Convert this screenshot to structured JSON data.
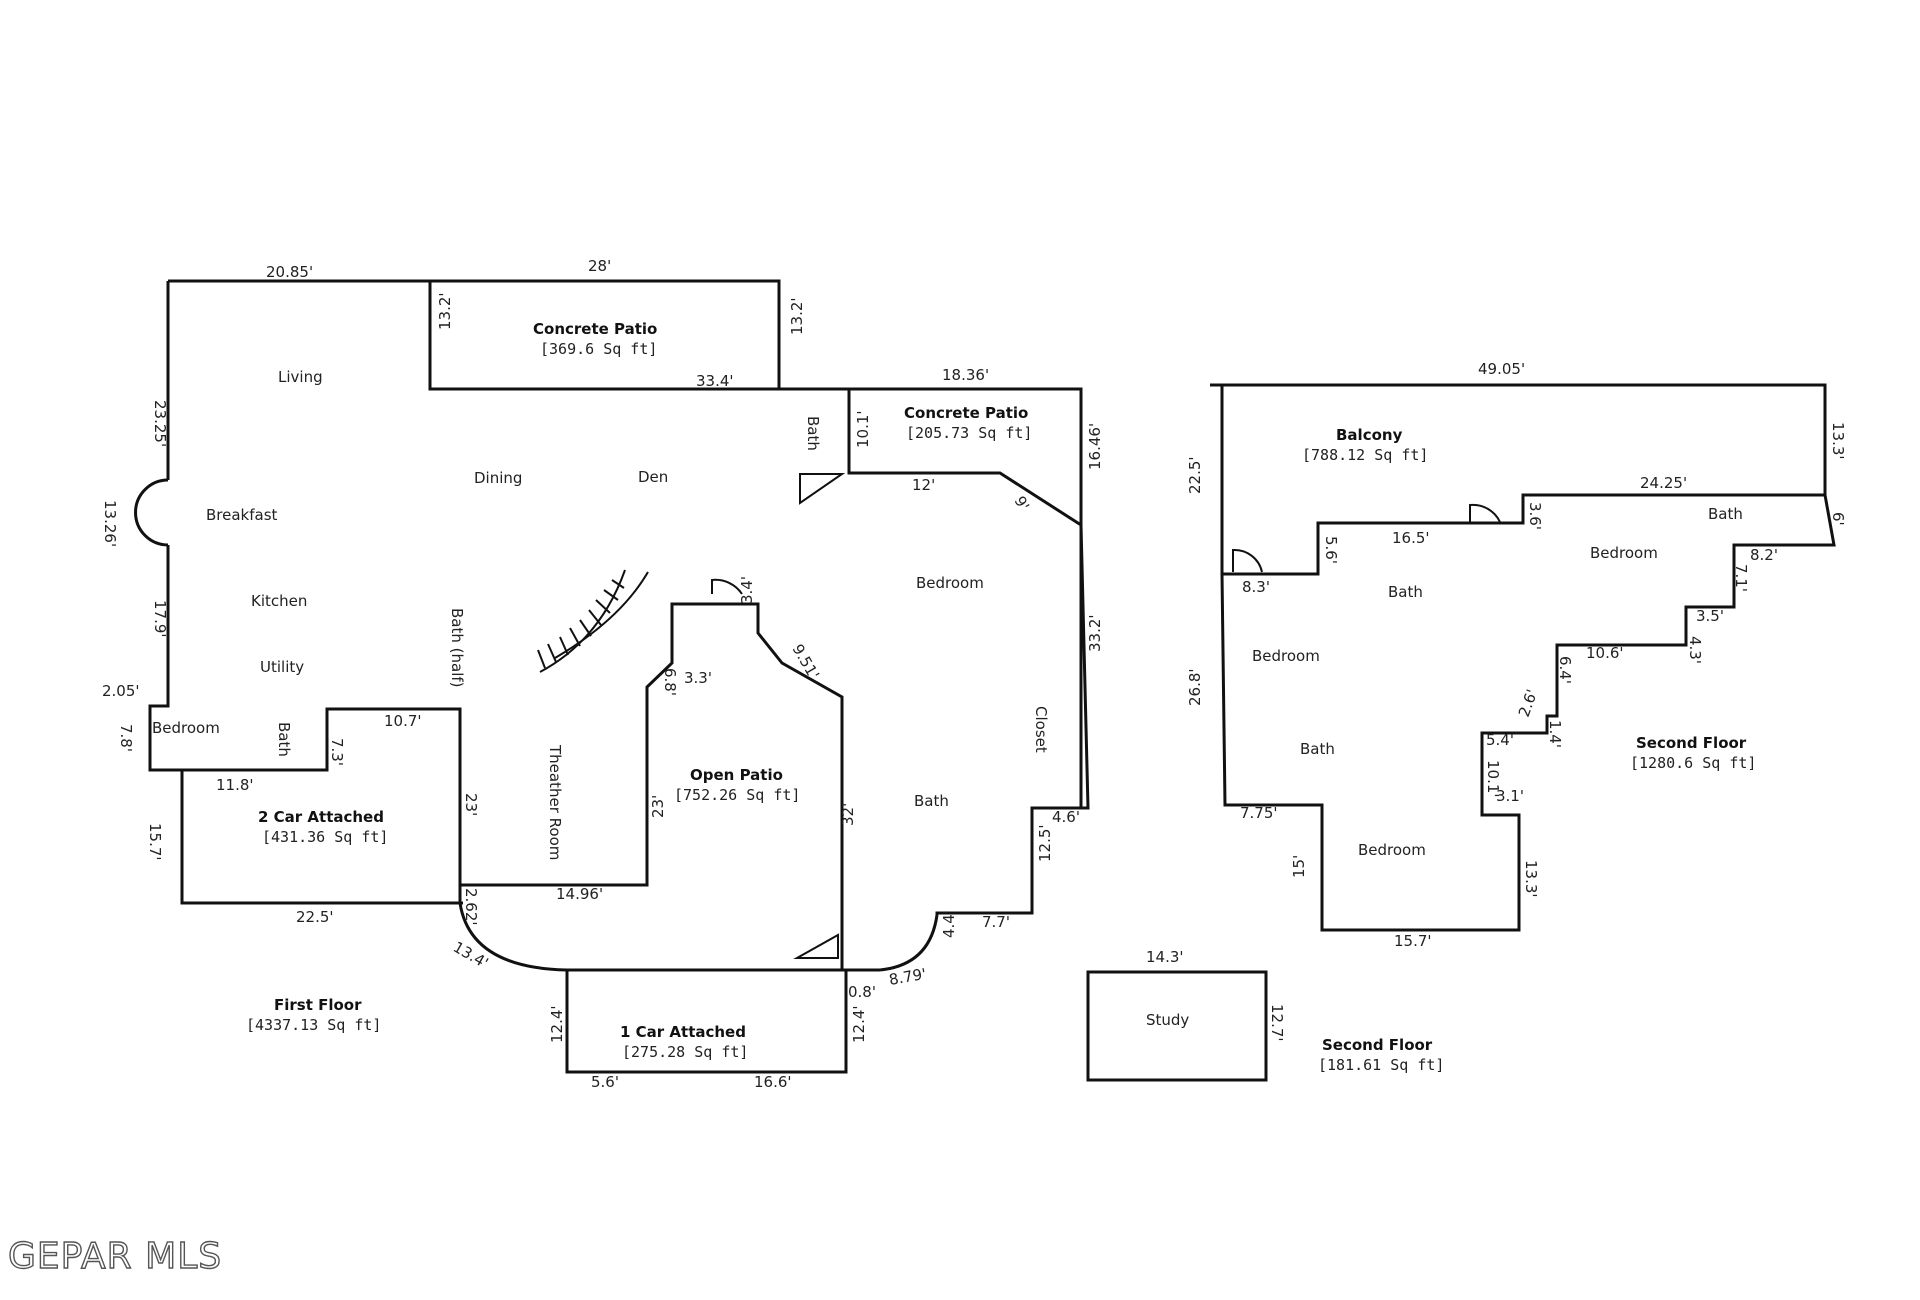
{
  "first_floor": {
    "title": "First Floor",
    "area": "[4337.13 Sq ft]",
    "rooms": {
      "living": "Living",
      "dining": "Dining",
      "den": "Den",
      "breakfast": "Breakfast",
      "kitchen": "Kitchen",
      "utility": "Utility",
      "bedroom_small": "Bedroom",
      "bath_small": "Bath",
      "bath_half": "Bath (half)",
      "theater": "Theather Room",
      "bath_top": "Bath",
      "bedroom_right": "Bedroom",
      "closet": "Closet",
      "bath_right": "Bath"
    },
    "concrete_patio_1": {
      "title": "Concrete Patio",
      "area": "[369.6 Sq ft]"
    },
    "concrete_patio_2": {
      "title": "Concrete Patio",
      "area": "[205.73 Sq ft]"
    },
    "open_patio": {
      "title": "Open Patio",
      "area": "[752.26 Sq ft]"
    },
    "garage_2": {
      "title": "2 Car Attached",
      "area": "[431.36 Sq ft]"
    },
    "garage_1": {
      "title": "1 Car Attached",
      "area": "[275.28 Sq ft]"
    },
    "dims": {
      "d1": "20.85'",
      "d2": "28'",
      "d3": "13.2'",
      "d4": "13.2'",
      "d5": "33.4'",
      "d6": "18.36'",
      "d7": "10.1'",
      "d8": "16.46'",
      "d9": "12'",
      "d10": "9'",
      "d11": "23.25'",
      "d12": "13.26'",
      "d13": "17.9'",
      "d14": "2.05'",
      "d15": "7.8'",
      "d16": "11.8'",
      "d17": "7.3'",
      "d18": "10.7'",
      "d19": "15.7'",
      "d20": "22.5'",
      "d21": "23'",
      "d22": "2.62'",
      "d23": "13.4'",
      "d24": "14.96'",
      "d25": "3.4'",
      "d26": "9.51'",
      "d27": "6.8'",
      "d28": "3.3'",
      "d29": "23'",
      "d30": "32'",
      "d31": "33.2'",
      "d32": "4.6'",
      "d33": "12.5'",
      "d34": "7.7'",
      "d35": "4.4'",
      "d36": "8.79'",
      "d37": "0.8'",
      "d38": "12.4'",
      "d39": "12.4'",
      "d40": "5.6'",
      "d41": "16.6'"
    }
  },
  "second_floor": {
    "title": "Second Floor",
    "area": "[1280.6 Sq ft]",
    "balcony": {
      "title": "Balcony",
      "area": "[788.12 Sq ft]"
    },
    "rooms": {
      "bath_ne": "Bath",
      "bedroom_ne": "Bedroom",
      "bath_mid": "Bath",
      "bedroom_w": "Bedroom",
      "bath_w": "Bath",
      "bedroom_s": "Bedroom"
    },
    "dims": {
      "e1": "49.05'",
      "e2": "13.3'",
      "e3": "22.5'",
      "e4": "24.25'",
      "e5": "6'",
      "e6": "3.6'",
      "e7": "16.5'",
      "e8": "5.6'",
      "e9": "8.3'",
      "e10": "8.2'",
      "e11": "7.1'",
      "e12": "3.5'",
      "e13": "4.3'",
      "e14": "10.6'",
      "e15": "6.4'",
      "e16": "2.6'",
      "e17": "1.4'",
      "e18": "5.4'",
      "e19": "10.1'",
      "e20": "3.1'",
      "e21": "26.8'",
      "e22": "7.75'",
      "e23": "15'",
      "e24": "13.3'",
      "e25": "15.7'"
    }
  },
  "study_block": {
    "title": "Second Floor",
    "area": "[181.61 Sq ft]",
    "room": "Study",
    "dim_top": "14.3'",
    "dim_right": "12.7'"
  },
  "watermark": "GEPAR MLS"
}
